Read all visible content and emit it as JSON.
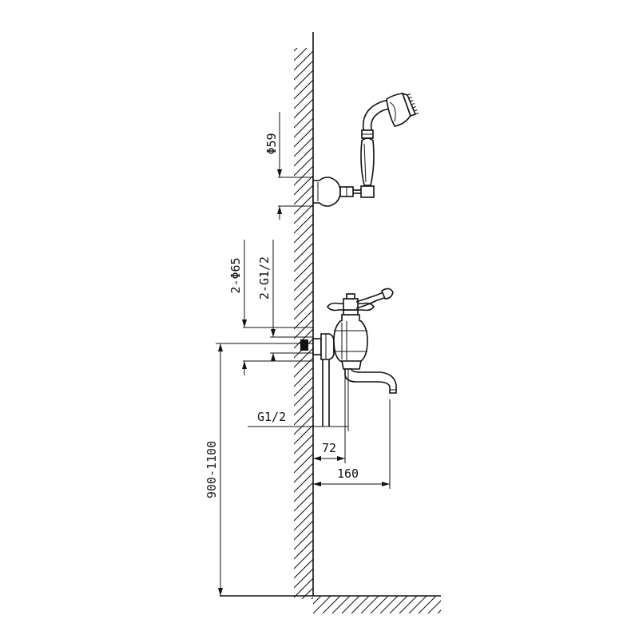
{
  "labels": {
    "handshower_holder_diameter": "Φ59",
    "escutcheon_diameter": "2-Φ65",
    "inlet_thread": "2-G1/2",
    "outlet_thread": "G1/2",
    "body_projection": "72",
    "spout_projection": "160",
    "install_height": "900-1100"
  },
  "colors": {
    "line": "#111111",
    "background": "#ffffff"
  }
}
